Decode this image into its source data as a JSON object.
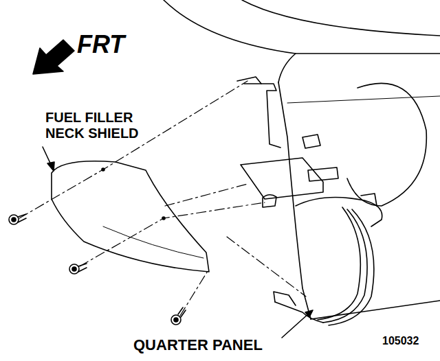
{
  "diagram": {
    "labels": [
      "FRT",
      "FUEL FILLER NECK SHIELD",
      "QUARTER PANEL",
      "105032"
    ]
  }
}
